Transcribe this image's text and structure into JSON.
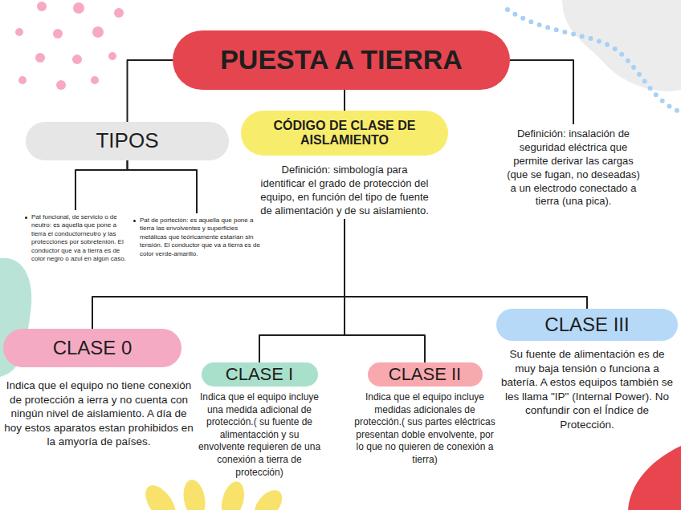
{
  "diagram": {
    "nodes": [
      {
        "text": [
          "PUESTA A TIERRA"
        ]
      },
      {
        "text": [
          "TIPOS"
        ]
      },
      {
        "text": [
          "Pat funcional, de servicio o de neutro: es aquella que pone a tierra el conductorneutro y las protecciones por sobretenión. El conductor que va a tierra es de color negro o azul en algún caso."
        ]
      },
      {
        "text": [
          "Pat de porteción: es aquella que pone a tierra las envolventes y superficies metálicas que teóricamente estarían sin tensión. El conductor que va a tierra es de color verde-amarillo."
        ]
      },
      {
        "text": [
          "CÓDIGO DE CLASE DE AISLAMIENTO",
          "Definición: simbología para identificar el grado de protección del equipo, en función del tipo de fuente de alimentación y de su aislamiento."
        ]
      },
      {
        "text": [
          "Definición: insalación de seguridad eléctrica que permite derivar las cargas (que se fugan, no deseadas) a un electrodo conectado a tierra (una pica)."
        ]
      },
      {
        "text": [
          "CLASE 0",
          "Indica que el equipo no tiene conexión de protección a ierra y no cuenta con ningún nivel de aislamiento. A día de hoy estos aparatos estan prohibidos en la amyoría de países."
        ]
      },
      {
        "text": [
          "CLASE I",
          "Indica que el equipo incluye una medida adicional de protección.( su fuente de alimentacción y su envolvente requieren de una conexión a tierra de protección)"
        ]
      },
      {
        "text": [
          "CLASE II",
          "Indica que el equipo incluye medidas adicionales de protección.( sus partes eléctricas presentan doble envolvente, por lo que no quieren de conexión a tierra)"
        ]
      },
      {
        "text": [
          "CLASE III",
          "Su fuente de alimentación es de muy baja tensión o funciona a batería. A estos equipos también se les llama \"IP\" (Internal Power). No confundir con el Índice de Protección."
        ]
      }
    ],
    "edges": [
      {
        "from": 0,
        "to": 1,
        "arrow": "none"
      },
      {
        "from": 0,
        "to": 4,
        "arrow": "none"
      },
      {
        "from": 0,
        "to": 5,
        "arrow": "none"
      },
      {
        "from": 1,
        "to": 2,
        "arrow": "none"
      },
      {
        "from": 1,
        "to": 3,
        "arrow": "none"
      },
      {
        "from": 4,
        "to": 6,
        "arrow": "none"
      },
      {
        "from": 4,
        "to": 7,
        "arrow": "none"
      },
      {
        "from": 4,
        "to": 8,
        "arrow": "none"
      },
      {
        "from": 4,
        "to": 9,
        "arrow": "none"
      }
    ]
  }
}
